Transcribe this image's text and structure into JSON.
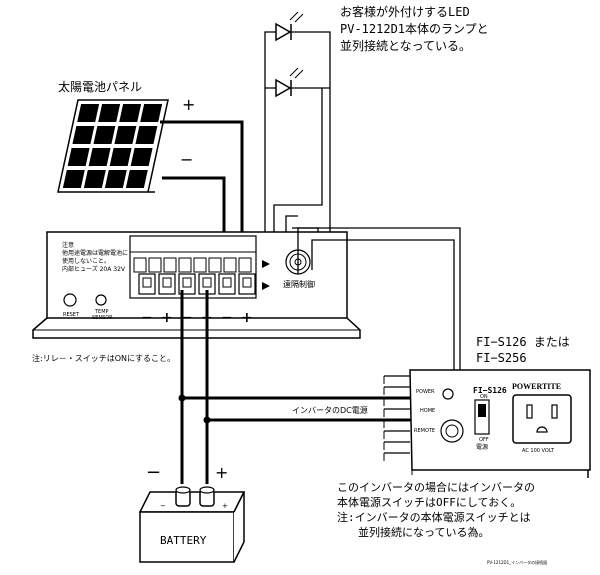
{
  "labels": {
    "solar_panel": "太陽電池パネル",
    "panel_plus": "+",
    "panel_minus": "−",
    "led_note": [
      "お客様が外付けするLED",
      "PV-1212D1本体のランプと",
      "並列接続となっている。"
    ],
    "controller_note": [
      "注意",
      "他用途電源は電解電池に",
      "使用しないこと。",
      "内部ヒューズ 20A 32V"
    ],
    "terminal_signs": [
      "−",
      "+",
      "−",
      "+",
      "−",
      "+"
    ],
    "reset": "RESET",
    "temp_sensor": [
      "TEMP",
      "SENSOR"
    ],
    "remote_control": "遠隔制御",
    "relay_note": "注:リレ－・スイッチはONにすること。",
    "inverter_model": [
      "FI−S126 または",
      "FI−S256"
    ],
    "inverter_dc_power": "インバータのDC電源",
    "inverter_power": "POWER",
    "inverter_name": "FI−S126",
    "inverter_on": "ON",
    "inverter_off": "OFF",
    "inverter_switch_label": "電源",
    "inverter_remote": "REMOTE",
    "inverter_home": "HOME",
    "brand": "POWERTITE",
    "ac_rating": "AC 100 VOLT",
    "battery_minus": "−",
    "battery_plus": "+",
    "battery": "BATTERY",
    "bottom_note": [
      "このインバータの場合にはインバータの",
      "本体電源スイッチはOFFにしておく。",
      "注:インバータの本体電源スイッチとは",
      "並列接続になっている為。"
    ],
    "footer": "PV-1212D1_インバータの接続図"
  },
  "colors": {
    "line": "#000000",
    "panel_cell": "#000000"
  }
}
